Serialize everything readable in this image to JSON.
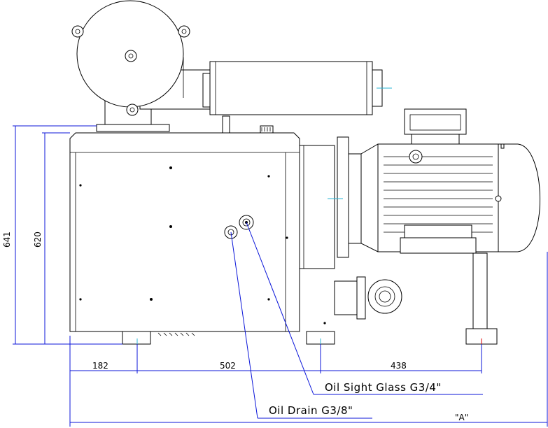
{
  "dimensions": {
    "overall_height": "641",
    "body_height": "620",
    "foot_offset": "182",
    "foot_spacing": "502",
    "support_spacing": "438",
    "overall_length": "\"A\""
  },
  "callouts": {
    "oil_sight_glass": "Oil Sight Glass G3/4\"",
    "oil_drain": "Oil Drain G3/8\""
  },
  "colors": {
    "dimension_lines": "#0b16d9",
    "center_marks": "#2ab6d6",
    "foot_marks": "#e00000",
    "outline": "#000000"
  }
}
